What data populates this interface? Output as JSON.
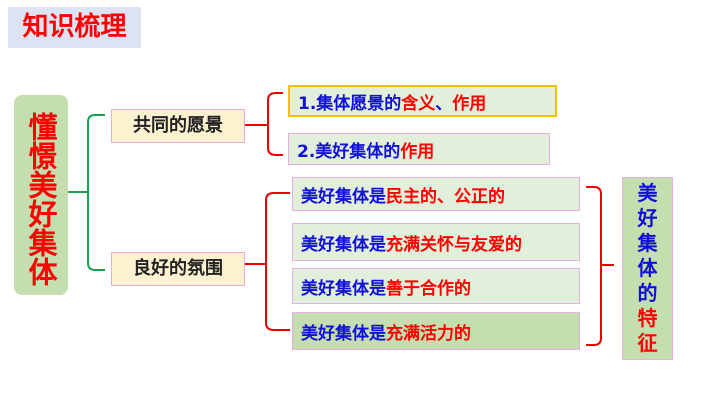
{
  "title": "知识梳理",
  "root": "懂憬美好集体",
  "branches": [
    {
      "label": "共同的愿景",
      "items": [
        {
          "blue": "1.集体愿景的",
          "red": "含义",
          "blue2": "、",
          "red2": "作用"
        },
        {
          "blue": "2.美好集体的",
          "red": "作用"
        }
      ]
    },
    {
      "label": "良好的氛围",
      "items": [
        {
          "blue": "美好集体是",
          "red": "民主的、公正的"
        },
        {
          "blue": "美好集体是",
          "red": "充满关怀与友爱的"
        },
        {
          "blue": "美好集体是",
          "red": "善于合作的"
        },
        {
          "blue": "美好集体是",
          "red": "充满活力的"
        }
      ]
    }
  ],
  "summary": {
    "blue": [
      "美",
      "好",
      "集",
      "体",
      "的"
    ],
    "red": [
      "特",
      "征"
    ]
  },
  "colors": {
    "blue": "#1010d8",
    "red": "#ff0000",
    "green_box": "#c5deb0",
    "light_green": "#e2efda",
    "cream": "#fdf2d0"
  }
}
